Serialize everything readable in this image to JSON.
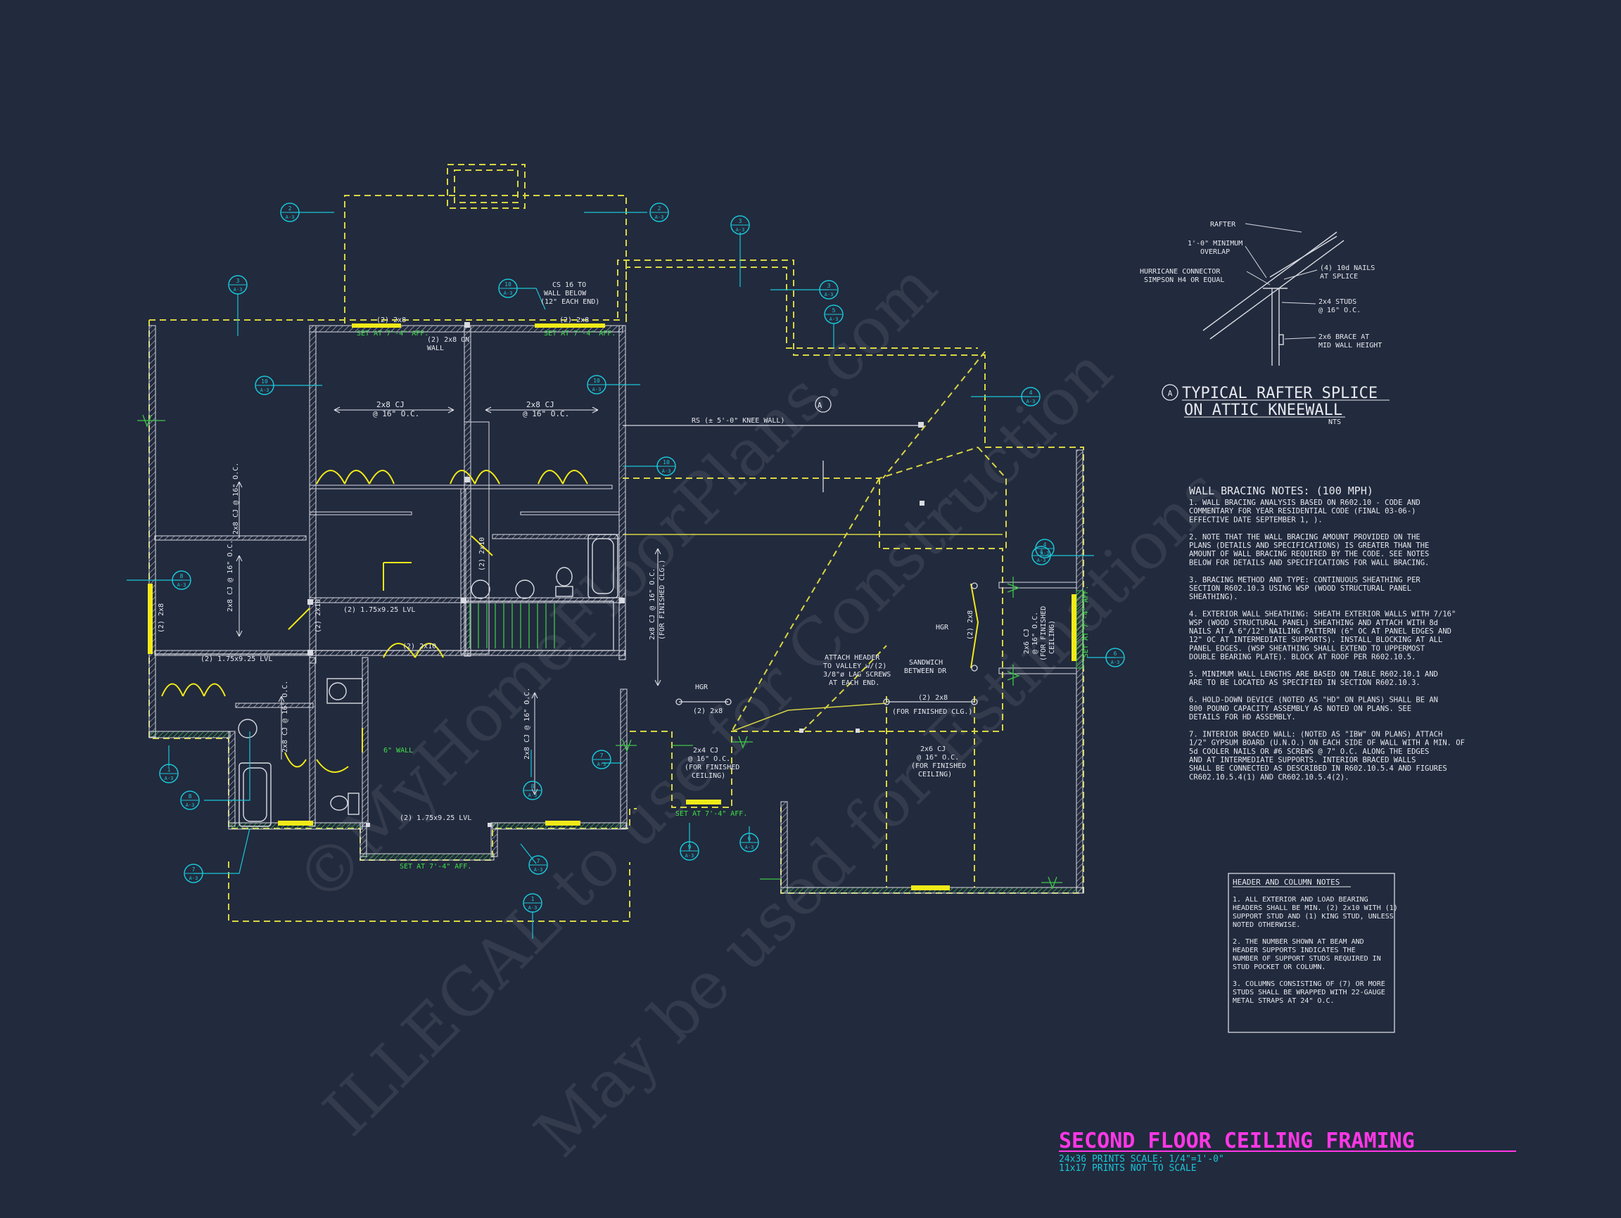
{
  "title_block": {
    "title": "SECOND FLOOR CEILING FRAMING",
    "scale_line1": "24x36 PRINTS SCALE: 1/4\"=1'-0\"",
    "scale_line2": "11x17 PRINTS NOT TO SCALE"
  },
  "watermark": {
    "line1": "©MyHomeFloorPlans.com",
    "line2": "ILLEGAL to use for Construction",
    "line3": "May be used for Estimations"
  },
  "detail": {
    "marker": "A",
    "title_line1": "TYPICAL RAFTER SPLICE",
    "title_line2": "ON ATTIC KNEEWALL",
    "nts": "NTS",
    "labels": {
      "rafter": "RAFTER",
      "overlap_1": "1'-0\" MINIMUM",
      "overlap_2": "OVERLAP",
      "connector_1": "HURRICANE CONNECTOR",
      "connector_2": "SIMPSON H4 OR EQUAL",
      "nails_1": "(4) 10d NAILS",
      "nails_2": "AT SPLICE",
      "studs_1": "2x4 STUDS",
      "studs_2": "@ 16\" O.C.",
      "brace_1": "2x6 BRACE AT",
      "brace_2": "MID WALL HEIGHT"
    }
  },
  "wall_bracing": {
    "heading": "WALL BRACING NOTES: (100 MPH)",
    "lines": [
      "1. WALL BRACING ANALYSIS BASED ON R602.10 - CODE AND",
      "COMMENTARY FOR YEAR RESIDENTIAL CODE (FINAL 03-06-)",
      "EFFECTIVE DATE SEPTEMBER 1, ).",
      "",
      "2. NOTE THAT THE WALL BRACING AMOUNT PROVIDED ON THE",
      "PLANS (DETAILS AND SPECIFICATIONS) IS GREATER THAN THE",
      "AMOUNT OF WALL BRACING REQUIRED BY THE CODE. SEE NOTES",
      "BELOW FOR DETAILS AND SPECIFICATIONS FOR WALL BRACING.",
      "",
      "3. BRACING METHOD AND TYPE: CONTINUOUS SHEATHING PER",
      "SECTION R602.10.3 USING WSP (WOOD STRUCTURAL PANEL",
      "SHEATHING).",
      "",
      "4. EXTERIOR WALL SHEATHING: SHEATH EXTERIOR WALLS WITH 7/16\"",
      "WSP (WOOD STRUCTURAL PANEL) SHEATHING AND ATTACH WITH 8d",
      "NAILS AT A 6\"/12\" NAILING PATTERN (6\" OC AT PANEL EDGES AND",
      "12\" OC AT INTERMEDIATE SUPPORTS). INSTALL BLOCKING AT ALL",
      "PANEL EDGES. (WSP SHEATHING SHALL EXTEND TO UPPERMOST",
      "DOUBLE BEARING PLATE). BLOCK AT ROOF PER R602.10.5.",
      "",
      "5. MINIMUM WALL LENGTHS ARE BASED ON TABLE R602.10.1 AND",
      "ARE TO BE LOCATED AS SPECIFIED IN SECTION R602.10.3.",
      "",
      "6. HOLD-DOWN DEVICE (NOTED AS \"HD\" ON PLANS) SHALL BE AN",
      "800 POUND CAPACITY ASSEMBLY AS NOTED ON PLANS. SEE",
      "DETAILS FOR HD ASSEMBLY.",
      "",
      "7. INTERIOR BRACED WALL: (NOTED AS \"IBW\" ON PLANS) ATTACH",
      "1/2\" GYPSUM BOARD (U.N.O.) ON EACH SIDE OF WALL WITH A MIN. OF",
      "5d COOLER NAILS OR #6 SCREWS @ 7\" O.C. ALONG THE EDGES",
      "AND AT INTERMEDIATE SUPPORTS. INTERIOR BRACED WALLS",
      "SHALL BE CONNECTED AS DESCRIBED IN R602.10.5.4 AND FIGURES",
      "CR602.10.5.4(1) AND CR602.10.5.4(2)."
    ]
  },
  "header_notes": {
    "heading": "HEADER AND COLUMN NOTES",
    "lines": [
      "1. ALL EXTERIOR AND LOAD BEARING",
      "HEADERS SHALL BE MIN. (2) 2x10 WITH (1)",
      "SUPPORT STUD AND (1) KING STUD, UNLESS",
      "NOTED OTHERWISE.",
      "",
      "2. THE NUMBER SHOWN AT BEAM AND",
      "HEADER SUPPORTS INDICATES THE",
      "NUMBER OF SUPPORT STUDS REQUIRED IN",
      "STUD POCKET OR COLUMN.",
      "",
      "3. COLUMNS CONSISTING OF (7) OR MORE",
      "STUDS SHALL BE WRAPPED WITH 22-GAUGE",
      "METAL STRAPS AT 24\" O.C."
    ]
  },
  "plan_labels": {
    "hdr_2x8_a": "(2) 2x8",
    "hdr_2x8_b": "(2) 2x8",
    "set_at_a": "SET AT 7'-4\" AFF.",
    "set_at_b": "SET AT 7'-4\" AFF.",
    "set_at_c": "SET AT 7'-4\" AFF.",
    "set_at_d": "SET AT 7'-4\" AFF.",
    "set_at_e": "SET AT 7'-4\" AFF.",
    "cs16_1": "CS 16 TO",
    "cs16_2": "WALL BELOW",
    "cs16_3": "(12\" EACH END)",
    "on_wall_1": "(2) 2x8 ON",
    "on_wall_2": "WALL",
    "cj_a1": "2x8 CJ",
    "cj_a2": "@ 16\" O.C.",
    "cj_b1": "2x8 CJ",
    "cj_b2": "@ 16\" O.C.",
    "knee_wall": "RS (± 5'-0\" KNEE WALL)",
    "lvl_a": "(2) 1.75x9.25 LVL",
    "lvl_b": "(2) 1.75x9.25 LVL",
    "lvl_c": "(2) 1.75x9.25 LVL",
    "hdr_2x10_a": "(2) 2x10",
    "hdr_2x10_b": "(2) 2x10",
    "hdr_2x10_c": "(2) 2x10",
    "hdr_2x8_left": "(2) 2x8",
    "cj_v_a": "2x8 CJ @ 16\" O.C.",
    "cj_v_b": "2x8 CJ @ 16\" O.C.",
    "cj_v_c": "2x8 CJ @ 16\" O.C.",
    "cj_v_d": "2x8 CJ @ 16\" O.C.",
    "cj_fin_1": "2x8 CJ @ 16\" O.C.",
    "cj_fin_2": "(FOR FINISHED CLG.)",
    "hgr_a": "HGR",
    "hgr_b": "HGR",
    "hgr_2x8": "(2) 2x8",
    "cj24_1": "2x4 CJ",
    "cj24_2": "@ 16\" O.C.",
    "cj24_3": "(FOR FINISHED",
    "cj24_4": "CEILING)",
    "valley_1": "ATTACH HEADER",
    "valley_2": "TO VALLEY w/(2)",
    "valley_3": "3/8\"ø LAG SCREWS",
    "valley_4": "AT EACH END.",
    "sandwich_1": "SANDWICH",
    "sandwich_2": "BETWEEN DR",
    "fin_2x8_1": "(2) 2x8",
    "fin_2x8_2": "(FOR FINISHED CLG.)",
    "cj26_1": "2x6 CJ",
    "cj26_2": "@ 16\" O.C.",
    "cj26_3": "(FOR FINISHED",
    "cj26_4": "CEILING)",
    "cj26r_1": "2x6 CJ",
    "cj26r_2": "@ 16\" O.C.",
    "cj26r_3": "(FOR FINISHED",
    "cj26r_4": "CEILING)",
    "hdr_right": "(2) 2x8",
    "wall_6": "6\" WALL",
    "marker_a": "A"
  },
  "section_markers": [
    {
      "top": "2",
      "bot": "A-3"
    },
    {
      "top": "2",
      "bot": "A-3"
    },
    {
      "top": "3",
      "bot": "A-3"
    },
    {
      "top": "3",
      "bot": "A-3"
    },
    {
      "top": "5",
      "bot": "A-3"
    },
    {
      "top": "3",
      "bot": "A-3"
    },
    {
      "top": "10",
      "bot": "A-3"
    },
    {
      "top": "10",
      "bot": "A-3"
    },
    {
      "top": "10",
      "bot": "A-3"
    },
    {
      "top": "10",
      "bot": "A-3"
    },
    {
      "top": "4",
      "bot": "A-3"
    },
    {
      "top": "4",
      "bot": "A-3"
    },
    {
      "top": "8",
      "bot": "A-3"
    },
    {
      "top": "6",
      "bot": "A-3"
    },
    {
      "top": "1",
      "bot": "A-3"
    },
    {
      "top": "8",
      "bot": "A-3"
    },
    {
      "top": "7",
      "bot": "A-3"
    },
    {
      "top": "7",
      "bot": "A-3"
    },
    {
      "top": "8",
      "bot": "A-3"
    },
    {
      "top": "7",
      "bot": "A-3"
    },
    {
      "top": "9",
      "bot": "A-3"
    },
    {
      "top": "1",
      "bot": "A-3"
    },
    {
      "top": "6",
      "bot": "A-3"
    },
    {
      "top": "4",
      "bot": "A-3"
    }
  ],
  "colors": {
    "background": "#222a3d",
    "wall": "#d9dbe2",
    "dashed": "#d8d642",
    "header": "#f2ea18",
    "sheathing": "#3fc64a",
    "marker": "#19c6d8",
    "title": "#ff37e6"
  }
}
